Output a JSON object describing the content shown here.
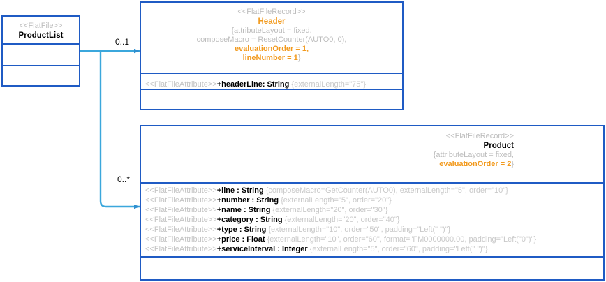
{
  "diagram": {
    "type": "uml-class-diagram",
    "background": "#ffffff",
    "colors": {
      "border": "#1F5BC4",
      "connector": "#3BA7DC",
      "stereotype_text": "#bdbdbd",
      "highlight": "#F29A1E",
      "text": "#000000"
    }
  },
  "classes": {
    "product_list": {
      "stereotype": "<<FlatFile>>",
      "name": "ProductList",
      "compartment2": "",
      "compartment3": ""
    },
    "header": {
      "stereotype": "<<FlatFileRecord>>",
      "name": "Header",
      "props_line1": "{attributeLayout = fixed,",
      "props_line2": "composeMacro = ResetCounter(AUTO0, 0),",
      "props_line3_hl": "evaluationOrder = 1,",
      "props_line4_hl": "lineNumber = 1",
      "props_line4_close": "}",
      "attributes": [
        {
          "stereotype": "<<FlatFileAttribute>>",
          "signature": "+headerLine: String",
          "tail": " {externalLength=\"75\"}"
        }
      ],
      "compartment3": ""
    },
    "product": {
      "stereotype": "<<FlatFileRecord>>",
      "name": "Product",
      "props_line1": "{attributeLayout = fixed,",
      "props_line2_hl": "evaluationOrder = 2",
      "props_line2_close": "}",
      "attributes": [
        {
          "stereotype": "<<FlatFileAttribute>>",
          "signature": "+line : String",
          "tail": " {composeMacro=GetCounter(AUTO0), externalLength=\"5\", order=\"10\"}"
        },
        {
          "stereotype": "<<FlatFileAttribute>>",
          "signature": "+number : String",
          "tail": " {externalLength=\"5\", order=\"20\"}"
        },
        {
          "stereotype": "<<FlatFileAttribute>>",
          "signature": "+name : String",
          "tail": " {externalLength=\"20\", order=\"30\"}"
        },
        {
          "stereotype": "<<FlatFileAttribute>>",
          "signature": "+category : String",
          "tail": " {externalLength=\"20\", order=\"40\"}"
        },
        {
          "stereotype": "<<FlatFileAttribute>>",
          "signature": "+type : String",
          "tail": " {externalLength=\"10\", order=\"50\", padding=\"Left(\" \")\"}"
        },
        {
          "stereotype": "<<FlatFileAttribute>>",
          "signature": "+price : Float",
          "tail": " {externalLength=\"10\", order=\"60\", format=\"FM0000000.00, padding=\"Left(\"0\")\"}"
        },
        {
          "stereotype": "<<FlatFileAttribute>>",
          "signature": "+serviceInterval : Integer",
          "tail": " {externalLength=\"5\", order=\"60\", padding=\"Left(\" \")\"}"
        }
      ],
      "compartment3": ""
    }
  },
  "connectors": [
    {
      "name": "productlist-to-header",
      "multiplicity": "0..1",
      "from": "product_list",
      "to": "header"
    },
    {
      "name": "productlist-to-product",
      "multiplicity": "0..*",
      "from": "product_list",
      "to": "product"
    }
  ]
}
